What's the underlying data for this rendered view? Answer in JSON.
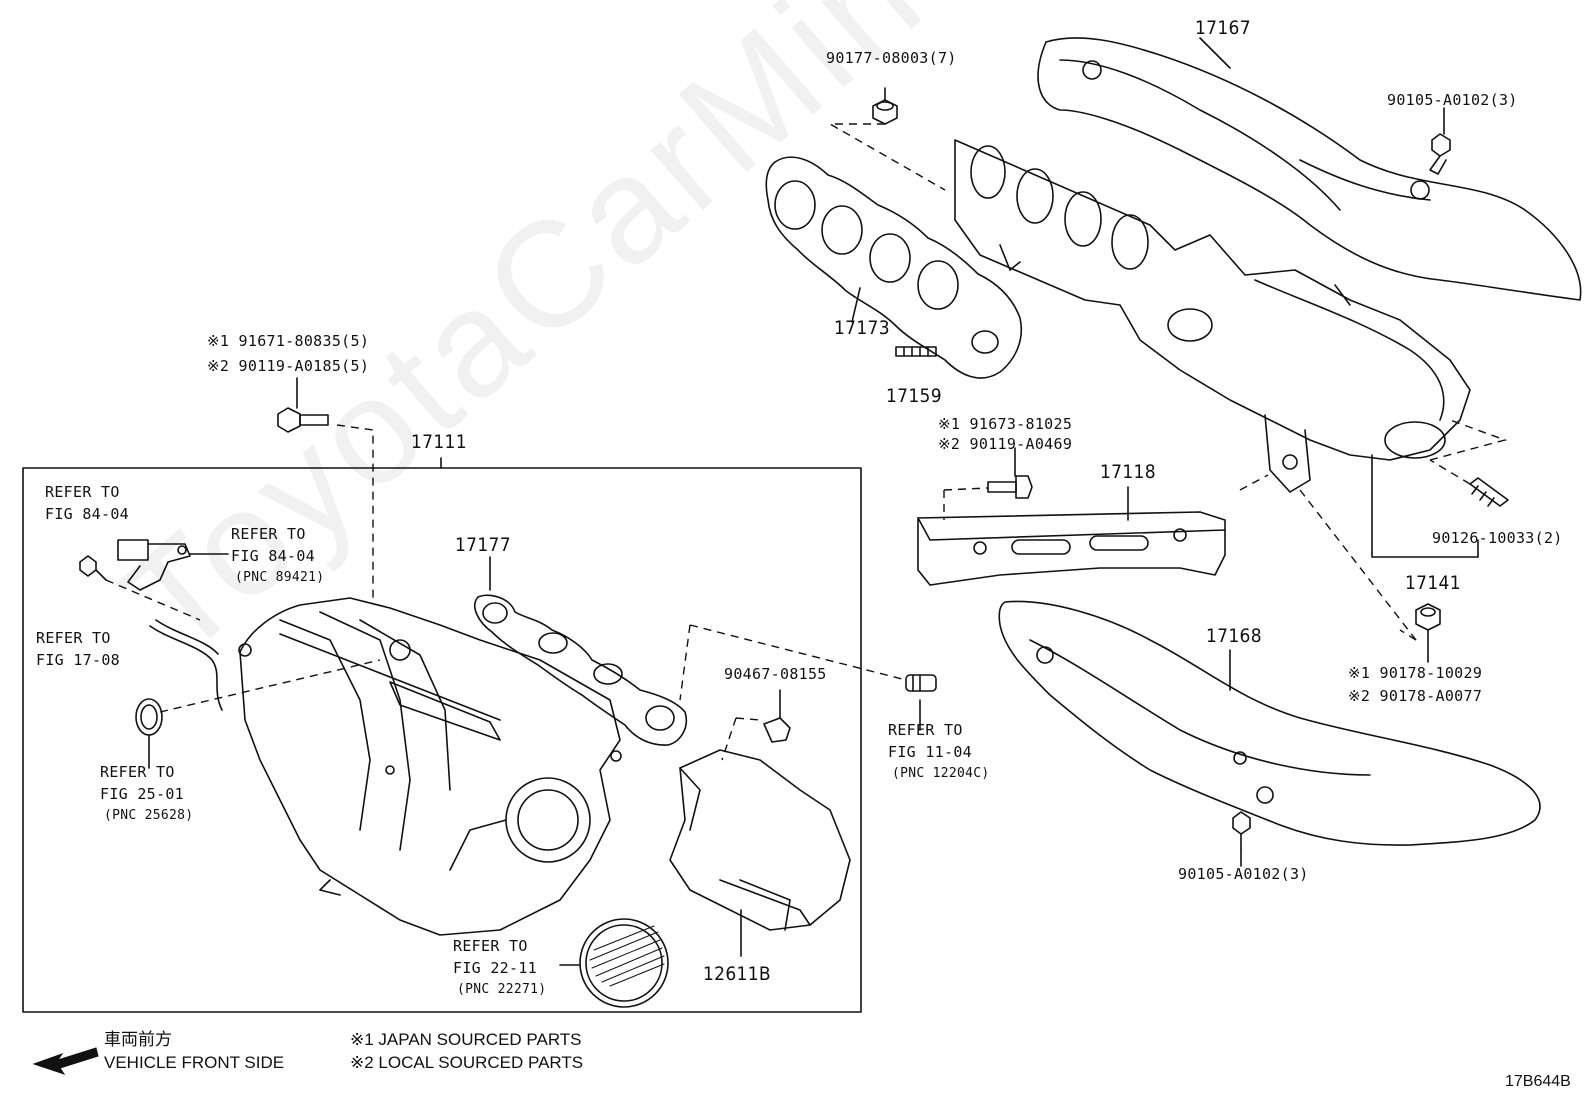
{
  "watermark": "ToyotaCarMine.ru",
  "callouts": {
    "p17167": "17167",
    "p90177": "90177-08003(7)",
    "p90105a": "90105-A0102(3)",
    "p17173": "17173",
    "p17159": "17159",
    "p91673_1": "※1 91673-81025",
    "p91673_2": "※2 90119-A0469",
    "p17118": "17118",
    "p90126": "90126-10033(2)",
    "p17141": "17141",
    "p17168": "17168",
    "p90178_1": "※1 90178-10029",
    "p90178_2": "※2 90178-A0077",
    "p90105b": "90105-A0102(3)",
    "p91671_1": "※1 91671-80835(5)",
    "p91671_2": "※2 90119-A0185(5)",
    "p17111": "17111",
    "p17177": "17177",
    "p90467": "90467-08155",
    "p12611B": "12611B"
  },
  "refs": {
    "r8404a_1": "REFER TO",
    "r8404a_2": "FIG 84-04",
    "r8404b_1": "REFER TO",
    "r8404b_2": "FIG 84-04",
    "r8404b_3": "(PNC 89421)",
    "r1708_1": "REFER TO",
    "r1708_2": "FIG 17-08",
    "r2501_1": "REFER TO",
    "r2501_2": "FIG 25-01",
    "r2501_3": "(PNC 25628)",
    "r1104_1": "REFER TO",
    "r1104_2": "FIG 11-04",
    "r1104_3": "(PNC 12204C)",
    "r2211_1": "REFER TO",
    "r2211_2": "FIG 22-11",
    "r2211_3": "(PNC 22271)"
  },
  "legend": {
    "front_jp": "車両前方",
    "front_en": "VEHICLE FRONT SIDE",
    "note1": "※1 JAPAN SOURCED PARTS",
    "note2": "※2 LOCAL SOURCED PARTS"
  },
  "figure_id": "17B644B"
}
